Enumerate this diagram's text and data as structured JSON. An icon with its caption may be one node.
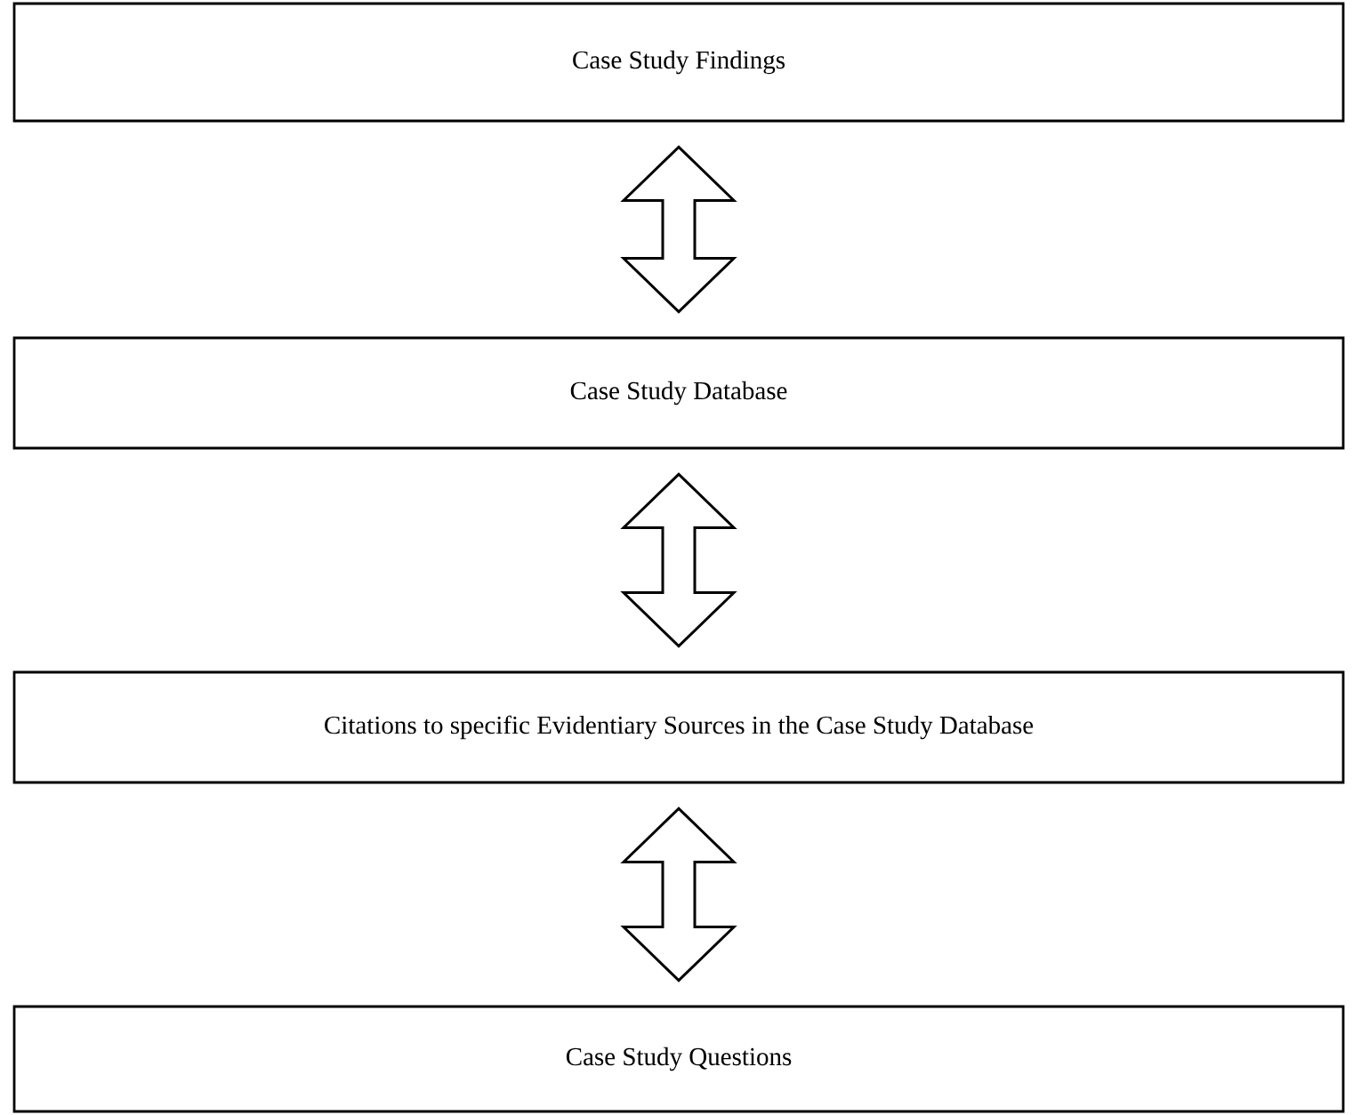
{
  "diagram": {
    "nodes": [
      {
        "text": [
          "Case Study Findings"
        ]
      },
      {
        "text": [
          "Case Study Database"
        ]
      },
      {
        "text": [
          "Citations to specific Evidentiary Sources in the Case Study Database"
        ]
      },
      {
        "text": [
          "Case Study Questions"
        ]
      }
    ],
    "edges": [
      {
        "from": 0,
        "to": 1,
        "arrow": "both"
      },
      {
        "from": 1,
        "to": 2,
        "arrow": "both"
      },
      {
        "from": 2,
        "to": 3,
        "arrow": "both"
      }
    ]
  }
}
